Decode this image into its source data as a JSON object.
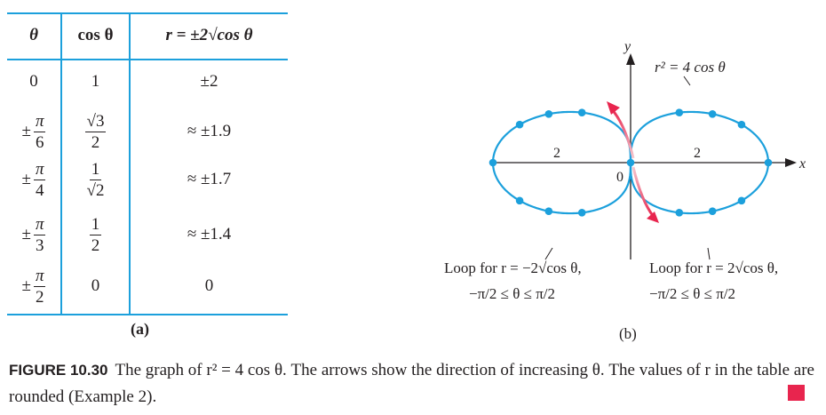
{
  "table": {
    "headers": [
      "θ",
      "cos θ",
      "r = ±2√cos θ"
    ],
    "rows": [
      {
        "theta": "0",
        "cos": "1",
        "r": "±2"
      },
      {
        "theta_sign": "±",
        "theta_num": "π",
        "theta_den": "6",
        "cos_num": "√3",
        "cos_den": "2",
        "r": "≈ ±1.9"
      },
      {
        "theta_sign": "±",
        "theta_num": "π",
        "theta_den": "4",
        "cos_num": "1",
        "cos_den": "√2",
        "r": "≈ ±1.7"
      },
      {
        "theta_sign": "±",
        "theta_num": "π",
        "theta_den": "3",
        "cos_num": "1",
        "cos_den": "2",
        "r": "≈ ±1.4"
      },
      {
        "theta_sign": "±",
        "theta_num": "π",
        "theta_den": "2",
        "cos": "0",
        "r": "0"
      }
    ],
    "panel_label": "(a)"
  },
  "graph": {
    "equation": "r² = 4 cos θ",
    "x_axis": "x",
    "y_axis": "y",
    "origin": "0",
    "tick_left": "2",
    "tick_right": "2",
    "loop_left": {
      "line1": "Loop for r = −2√cos θ,",
      "range": "−π/2 ≤ θ ≤ π/2"
    },
    "loop_right": {
      "line1": "Loop for r = 2√cos θ,",
      "range": "−π/2 ≤ θ ≤ π/2"
    },
    "panel_label": "(b)",
    "colors": {
      "curve": "#1ca0dc",
      "arrow": "#e8254e",
      "axis": "#231f20"
    }
  },
  "caption": {
    "figure": "FIGURE 10.30",
    "text": "The graph of r² = 4 cos θ. The arrows show the direction of increasing θ. The values of r in the table are rounded (Example 2)."
  },
  "colors": {
    "rule": "#1ca0dc",
    "end_mark": "#e8254e"
  }
}
